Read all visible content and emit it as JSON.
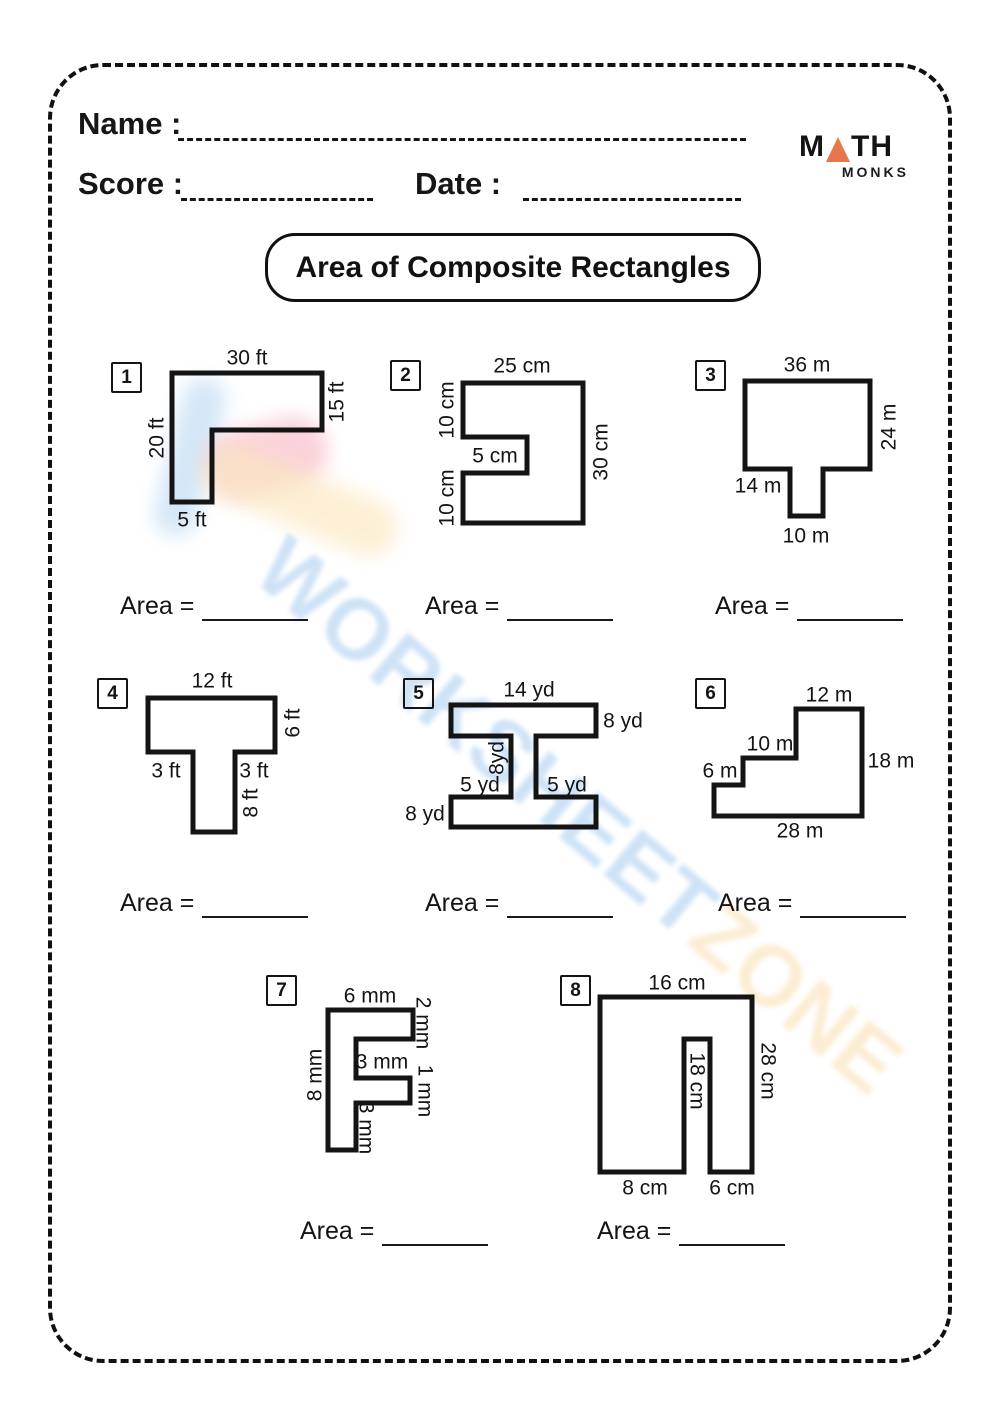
{
  "header": {
    "name_label": "Name :",
    "score_label": "Score :",
    "date_label": "Date :"
  },
  "logo": {
    "m": "M",
    "th": "TH",
    "monks": "MONKS",
    "accent_color": "#e8764d"
  },
  "title": "Area of Composite Rectangles",
  "area_label": "Area =",
  "watermark": {
    "part1": "WORKSHEET",
    "part2": "ZONE",
    "color1": "#c6def5",
    "color2": "#fbeacc"
  },
  "problems": [
    {
      "number": "1",
      "labels": {
        "top": "30 ft",
        "right": "15 ft",
        "left": "20 ft",
        "bottom": "5 ft"
      }
    },
    {
      "number": "2",
      "labels": {
        "top": "25 cm",
        "right": "30 cm",
        "left_top": "10 cm",
        "left_bottom": "10 cm",
        "notch": "5 cm"
      }
    },
    {
      "number": "3",
      "labels": {
        "top": "36 m",
        "right": "24 m",
        "left_bottom": "14 m",
        "tab_bottom": "10 m"
      }
    },
    {
      "number": "4",
      "labels": {
        "top": "12 ft",
        "right": "6 ft",
        "left": "3 ft",
        "stem_right": "3 ft",
        "stem_height": "8 ft"
      }
    },
    {
      "number": "5",
      "labels": {
        "top": "14 yd",
        "top_right": "8 yd",
        "stem": "8yd",
        "left_mid": "5 yd",
        "right_mid": "5 yd",
        "bottom_left": "8 yd"
      }
    },
    {
      "number": "6",
      "labels": {
        "top": "12 m",
        "step_mid": "10 m",
        "step_low": "6 m",
        "right": "18 m",
        "bottom": "28 m"
      }
    },
    {
      "number": "7",
      "labels": {
        "top": "6 mm",
        "arm_top": "2 mm",
        "mid": "3 mm",
        "arm_mid": "1 mm",
        "inner": "3 mm",
        "left": "8 mm"
      }
    },
    {
      "number": "8",
      "labels": {
        "top": "16 cm",
        "right": "28 cm",
        "slot": "18 cm",
        "bottom_left": "8 cm",
        "bottom_right": "6 cm"
      }
    }
  ]
}
